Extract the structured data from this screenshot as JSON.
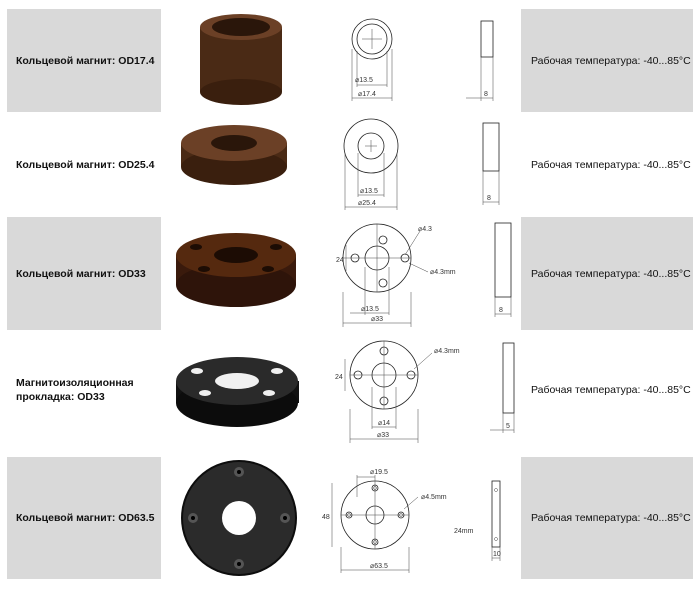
{
  "rows": [
    {
      "name": "Кольцевой магнит: OD17.4",
      "temp": "Рабочая температура: -40...85°C",
      "dims": {
        "d1": "13.5",
        "d2": "17.4",
        "w": "8"
      }
    },
    {
      "name": "Кольцевой магнит: OD25.4",
      "temp": "Рабочая температура: -40...85°C",
      "dims": {
        "d1": "13.5",
        "d2": "25.4",
        "w": "8"
      }
    },
    {
      "name": "Кольцевой магнит: OD33",
      "temp": "Рабочая температура: -40...85°C",
      "dims": {
        "hole": "4.3",
        "hole2": "4.3mm",
        "h": "24",
        "d1": "13.5",
        "d2": "33",
        "w": "8"
      }
    },
    {
      "name": "Магнитоизоляционная прокладка: OD33",
      "temp": "Рабочая температура: -40...85°C",
      "dims": {
        "hole2": "4.3mm",
        "h": "24",
        "d1": "14",
        "d2": "33",
        "w": "5"
      }
    },
    {
      "name": "Кольцевой магнит: OD63.5",
      "temp": "Рабочая температура: -40...85°C",
      "dims": {
        "top": "19.5",
        "hole2": "4.5mm",
        "h": "48",
        "d2": "63.5",
        "side": "24mm",
        "w": "10"
      }
    }
  ],
  "colors": {
    "shaded": "#d9d9d9",
    "brown": "#4a2a15",
    "black": "#1a1a1a"
  }
}
